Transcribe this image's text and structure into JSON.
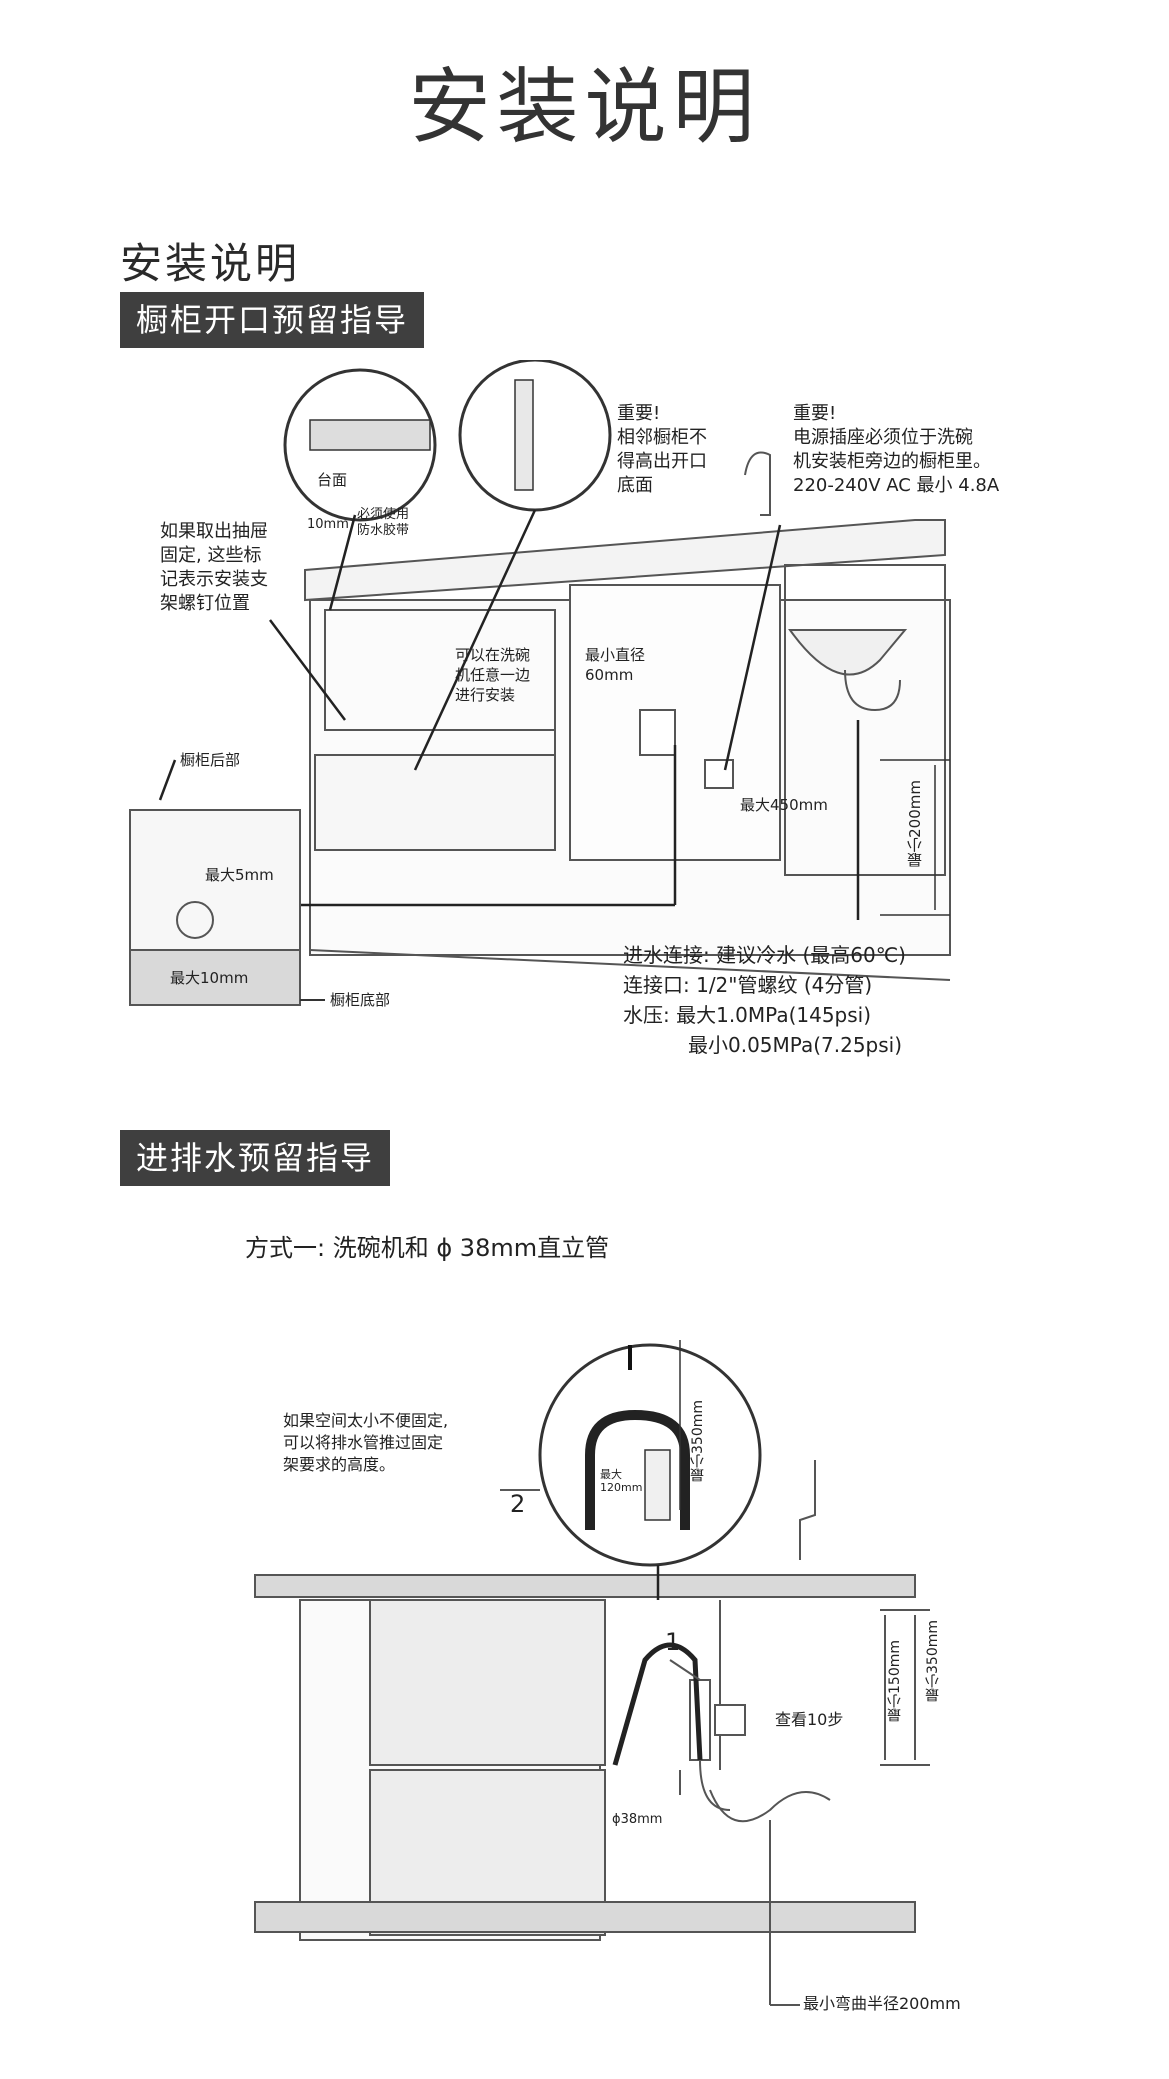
{
  "header": {
    "title": "安装说明"
  },
  "section1": {
    "subtitle": "安装说明",
    "bar": "橱柜开口预留指导",
    "notes": {
      "important_adjacent": [
        "重要!",
        "相邻橱柜不",
        "得高出开口",
        "底面"
      ],
      "important_power": [
        "重要!",
        "电源插座必须位于洗碗",
        "机安装柜旁边的橱柜里。",
        "220-240V AC 最小 4.8A"
      ],
      "drawer_note": [
        "如果取出抽屉",
        "固定, 这些标",
        "记表示安装支",
        "架螺钉位置"
      ],
      "either_side": [
        "可以在洗碗",
        "机任意一边",
        "进行安装"
      ],
      "min_diameter": [
        "最小直径",
        "60mm"
      ],
      "max_450": "最大450mm",
      "min_200": "最小200mm",
      "countertop": "台面",
      "ten_mm": "10mm",
      "tape": [
        "必须使用",
        "防水胶带"
      ],
      "cabinet_back": "橱柜后部",
      "max_5": "最大5mm",
      "max_10": "最大10mm",
      "cabinet_bottom": "橱柜底部",
      "water": [
        "进水连接: 建议冷水 (最高60℃)",
        "连接口: 1/2\"管螺纹 (4分管)",
        "水压: 最大1.0MPa(145psi)",
        "最小0.05MPa(7.25psi)"
      ]
    }
  },
  "section2": {
    "bar": "进排水预留指导",
    "method": "方式一: 洗碗机和 ϕ 38mm直立管",
    "notes": {
      "space_note": [
        "如果空间太小不便固定,",
        "可以将排水管推过固定",
        "架要求的高度。"
      ],
      "num2": "2",
      "num1": "1",
      "max_120": [
        "最大",
        "120mm"
      ],
      "min_350_circle": "最小350mm",
      "min_150": "最小150mm",
      "min_350": "最小350mm",
      "see_step": "查看10步",
      "d38": "ϕ38mm",
      "min_bend": "最小弯曲半径200mm"
    }
  }
}
